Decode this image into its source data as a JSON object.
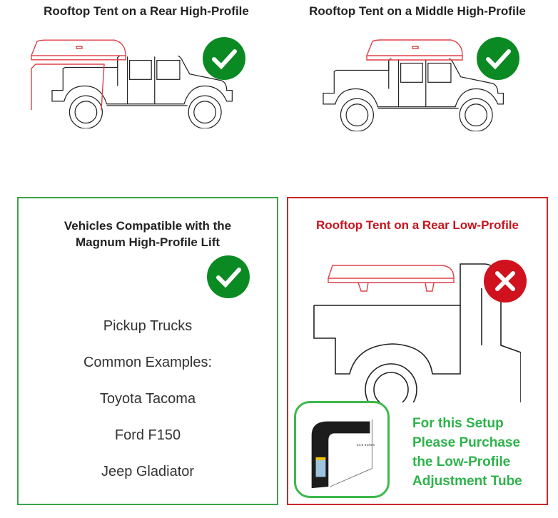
{
  "panels": {
    "rear_high": {
      "title": "Rooftop Tent on a Rear High-Profile",
      "status_icon": "check"
    },
    "middle_high": {
      "title": "Rooftop Tent on a Middle High-Profile",
      "status_icon": "check"
    },
    "compatible": {
      "title_line1": "Vehicles Compatible with the",
      "title_line2": "Magnum High-Profile Lift",
      "status_icon": "check",
      "items": [
        "Pickup Trucks",
        "Common Examples:",
        "Toyota Tacoma",
        "Ford F150",
        "Jeep Gladiator"
      ]
    },
    "rear_low": {
      "title": "Rooftop Tent on a Rear Low-Profile",
      "status_icon": "x",
      "hitch_dimension": "14.6 Inches",
      "note_lines": [
        "For this Setup",
        "Please Purchase",
        "the Low-Profile",
        "Adjustment Tube"
      ]
    }
  },
  "colors": {
    "check_green": "#0b8a23",
    "x_red": "#d0111e",
    "note_green": "#2db34a",
    "title_red": "#c8141e"
  }
}
